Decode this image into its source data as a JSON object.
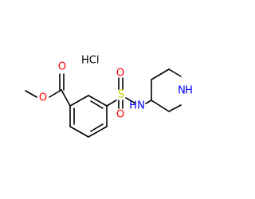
{
  "molecule": {
    "salt": "HCl",
    "atoms": {
      "ester_carbonyl_o": "O",
      "ester_ether_o": "O",
      "sulfonyl_s": "S",
      "sulfonyl_o_top": "O",
      "sulfonyl_o_bottom": "O",
      "sulfonamide_n": "N",
      "sulfonamide_h": "H",
      "ring_n": "N",
      "ring_nh_h": "H"
    },
    "colors": {
      "bond": "#000000",
      "oxygen": "#ff0000",
      "nitrogen": "#0000ff",
      "sulfur": "#cccc00",
      "hydrogen_chloride": "#000000"
    }
  }
}
